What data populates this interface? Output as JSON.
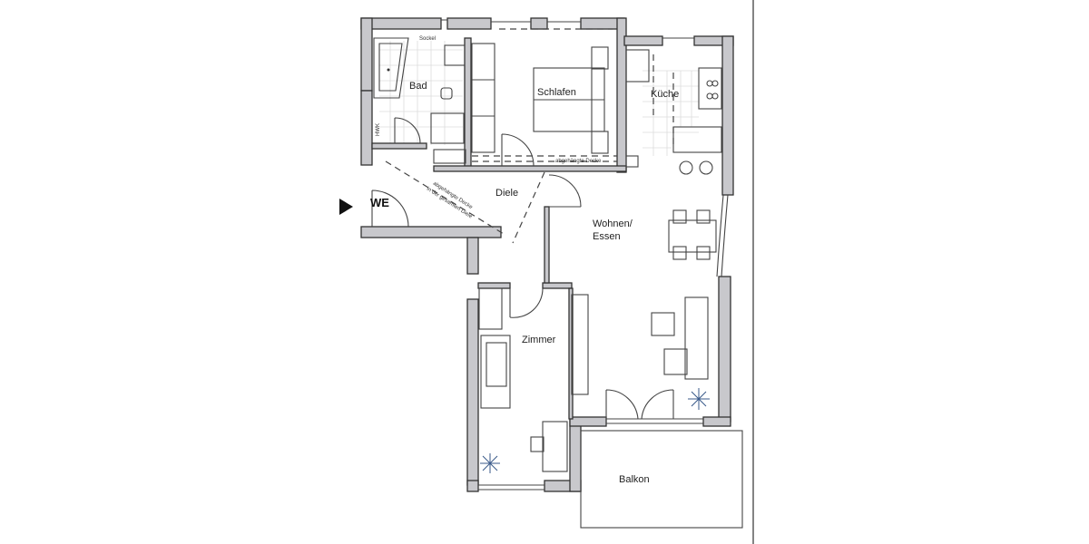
{
  "plan": {
    "rooms": {
      "bad": "Bad",
      "schlafen": "Schlafen",
      "kueche": "Küche",
      "diele": "Diele",
      "wohnen_line1": "Wohnen/",
      "wohnen_line2": "Essen",
      "zimmer": "Zimmer",
      "balkon": "Balkon",
      "entrance": "WE"
    },
    "annotations": {
      "sockel": "Sockel",
      "hwk": "HWK",
      "ceiling_schlafen": "abgehängte Decke",
      "ceiling_diele_line1": "abgehängte Decke",
      "ceiling_diele_line2": "in der gesamten Diele"
    },
    "colors": {
      "wall": "#c8c8cc",
      "outline": "#333333"
    }
  }
}
